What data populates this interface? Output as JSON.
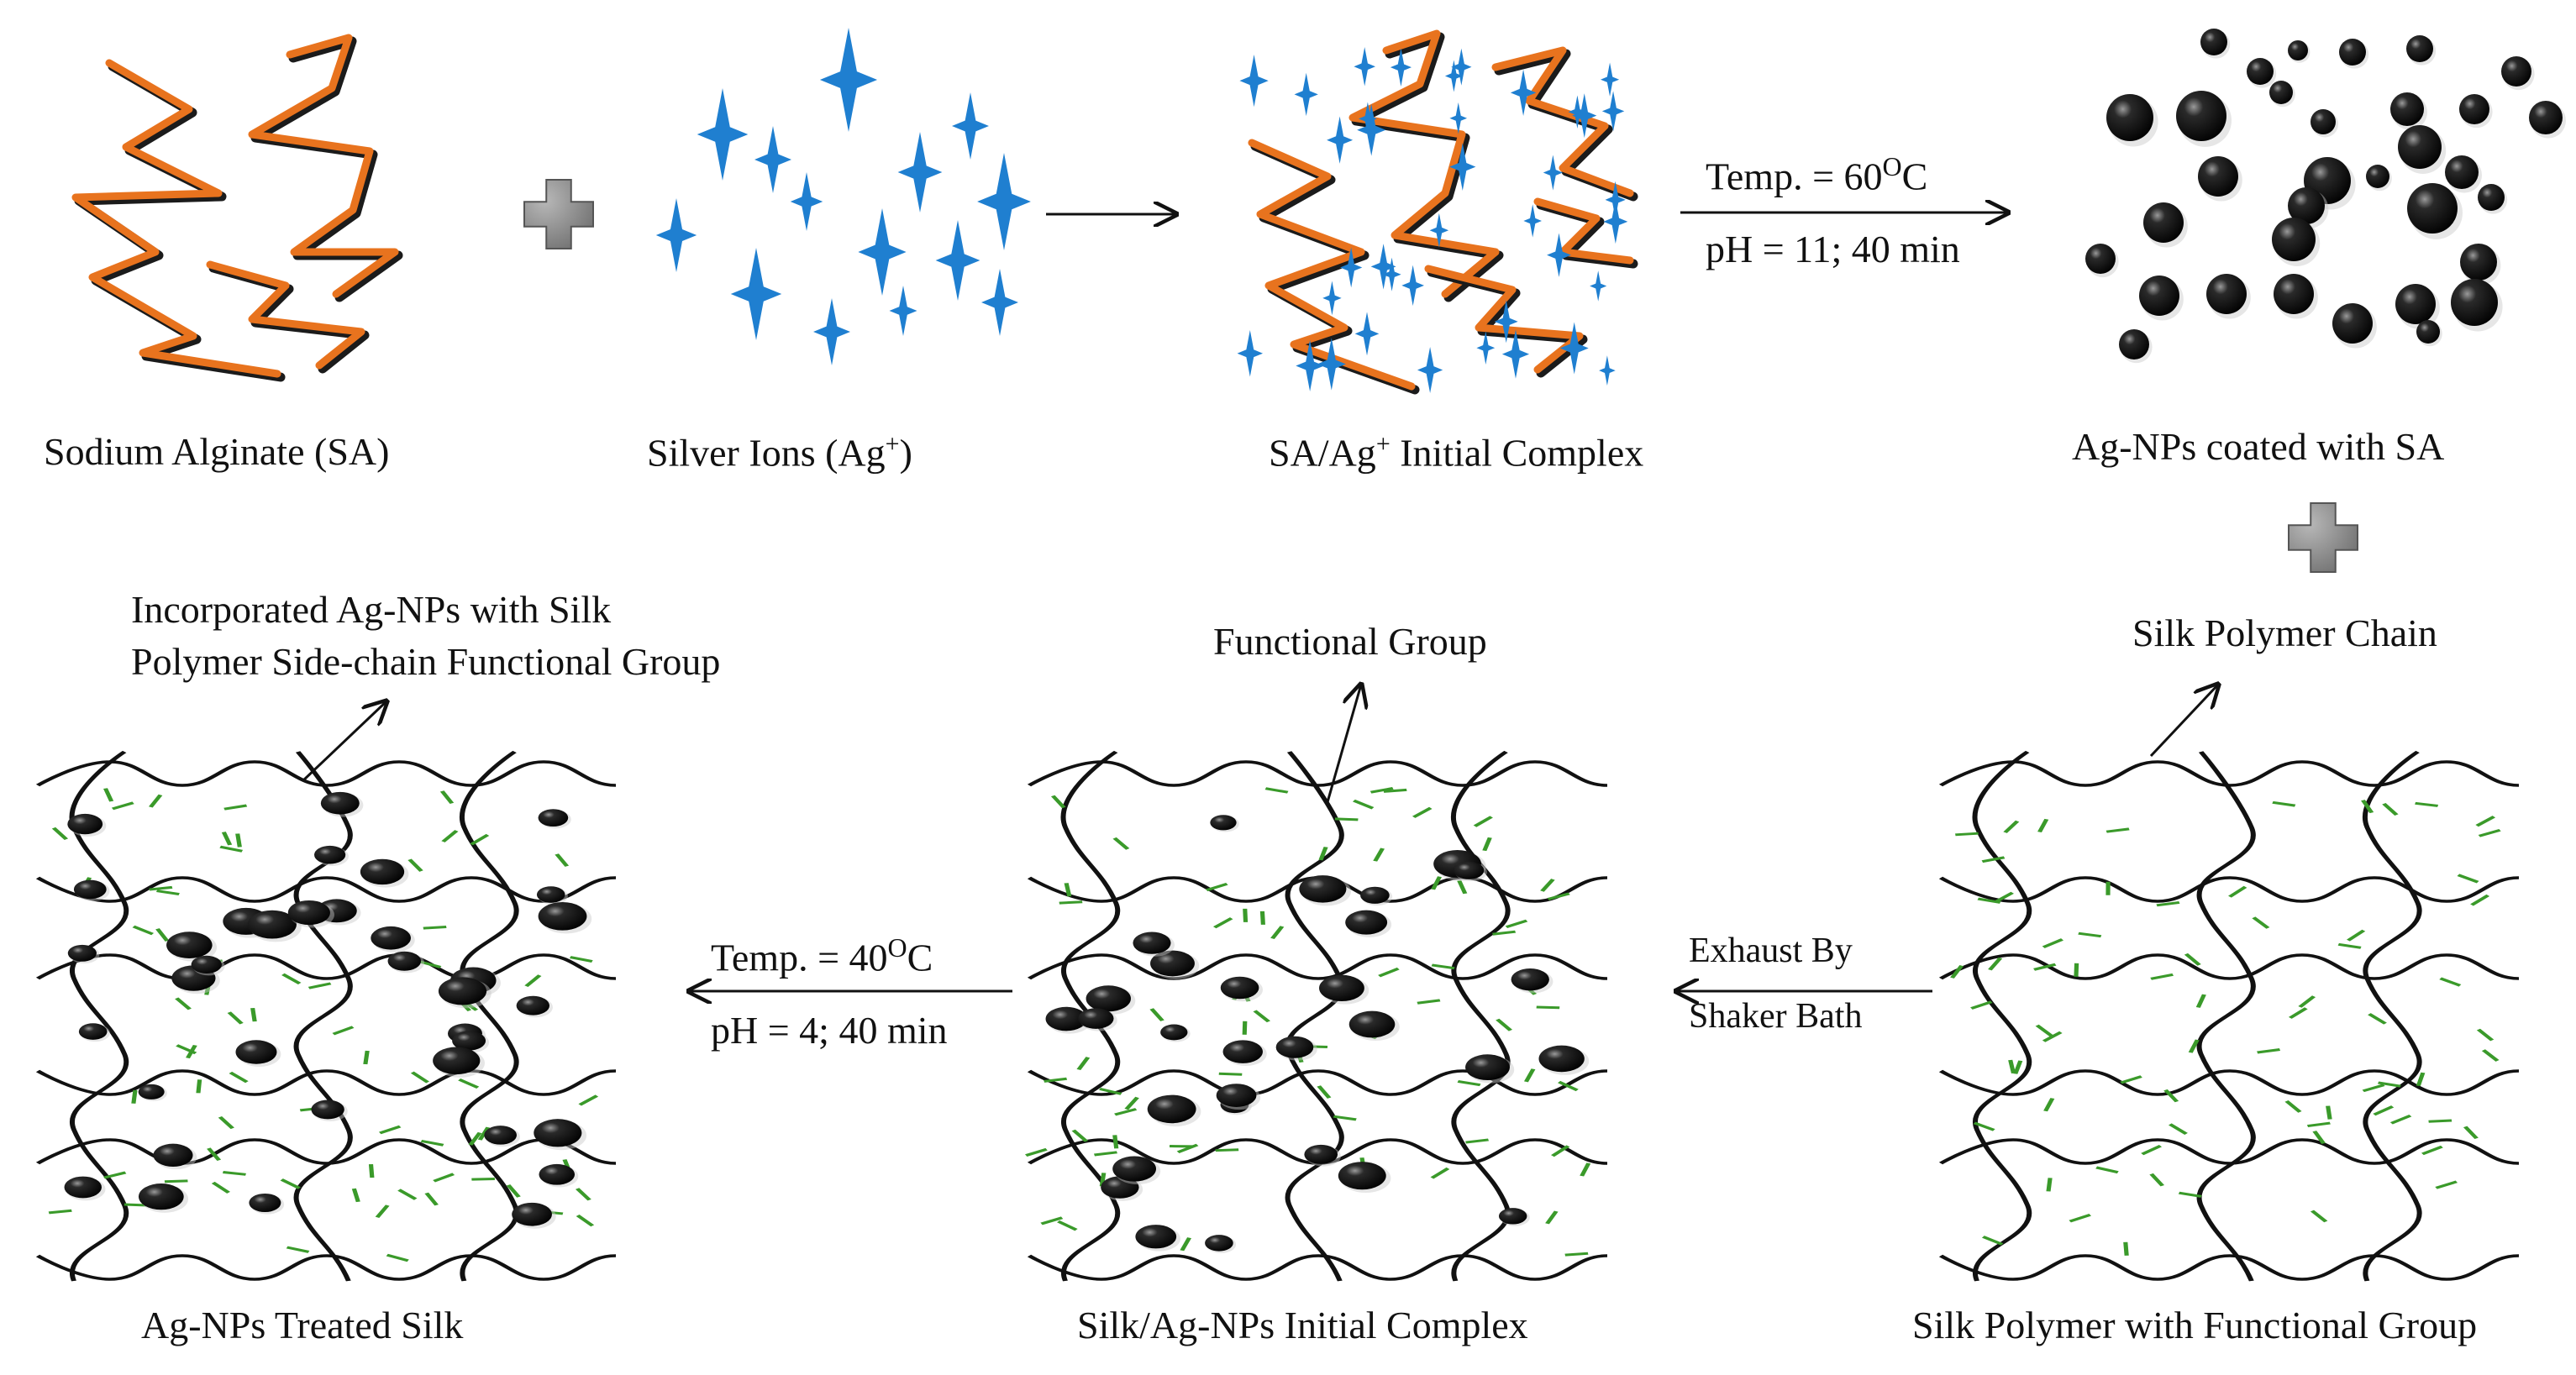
{
  "colors": {
    "alginate": "#e8731e",
    "alginate_shadow": "#1b1b1b",
    "silver_ion": "#1f7fd0",
    "plus": "#8a8a8a",
    "nanoparticle": "#111111",
    "silk_chain": "#111111",
    "functional_group": "#3a9a2a"
  },
  "top_row": {
    "sodium_alginate": "Sodium Alginate (SA)",
    "silver_ions_base": "Silver Ions (Ag",
    "silver_ions_sup": "+",
    "silver_ions_end": ")",
    "complex_base": "SA/Ag",
    "complex_sup": "+",
    "complex_end": " Initial Complex",
    "coated": "Ag-NPs coated with SA"
  },
  "conditions_1": {
    "temp_base": "Temp. = 60",
    "temp_sup": "O",
    "temp_unit": "C",
    "ph": "pH = 11; 40 min"
  },
  "conditions_2": {
    "line1": "Exhaust By",
    "line2": "Shaker Bath"
  },
  "conditions_3": {
    "temp_base": "Temp. = 40",
    "temp_sup": "O",
    "temp_unit": "C",
    "ph": "pH = 4; 40 min"
  },
  "bottom_row": {
    "treated_silk": "Ag-NPs Treated Silk",
    "initial_complex": "Silk/Ag-NPs Initial Complex",
    "silk_polymer": "Silk Polymer with Functional Group"
  },
  "annotations": {
    "silk_chain": "Silk Polymer Chain",
    "functional_group": "Functional Group",
    "incorporated_line1": "Incorporated Ag-NPs with Silk",
    "incorporated_line2": "Polymer Side-chain Functional Group"
  }
}
